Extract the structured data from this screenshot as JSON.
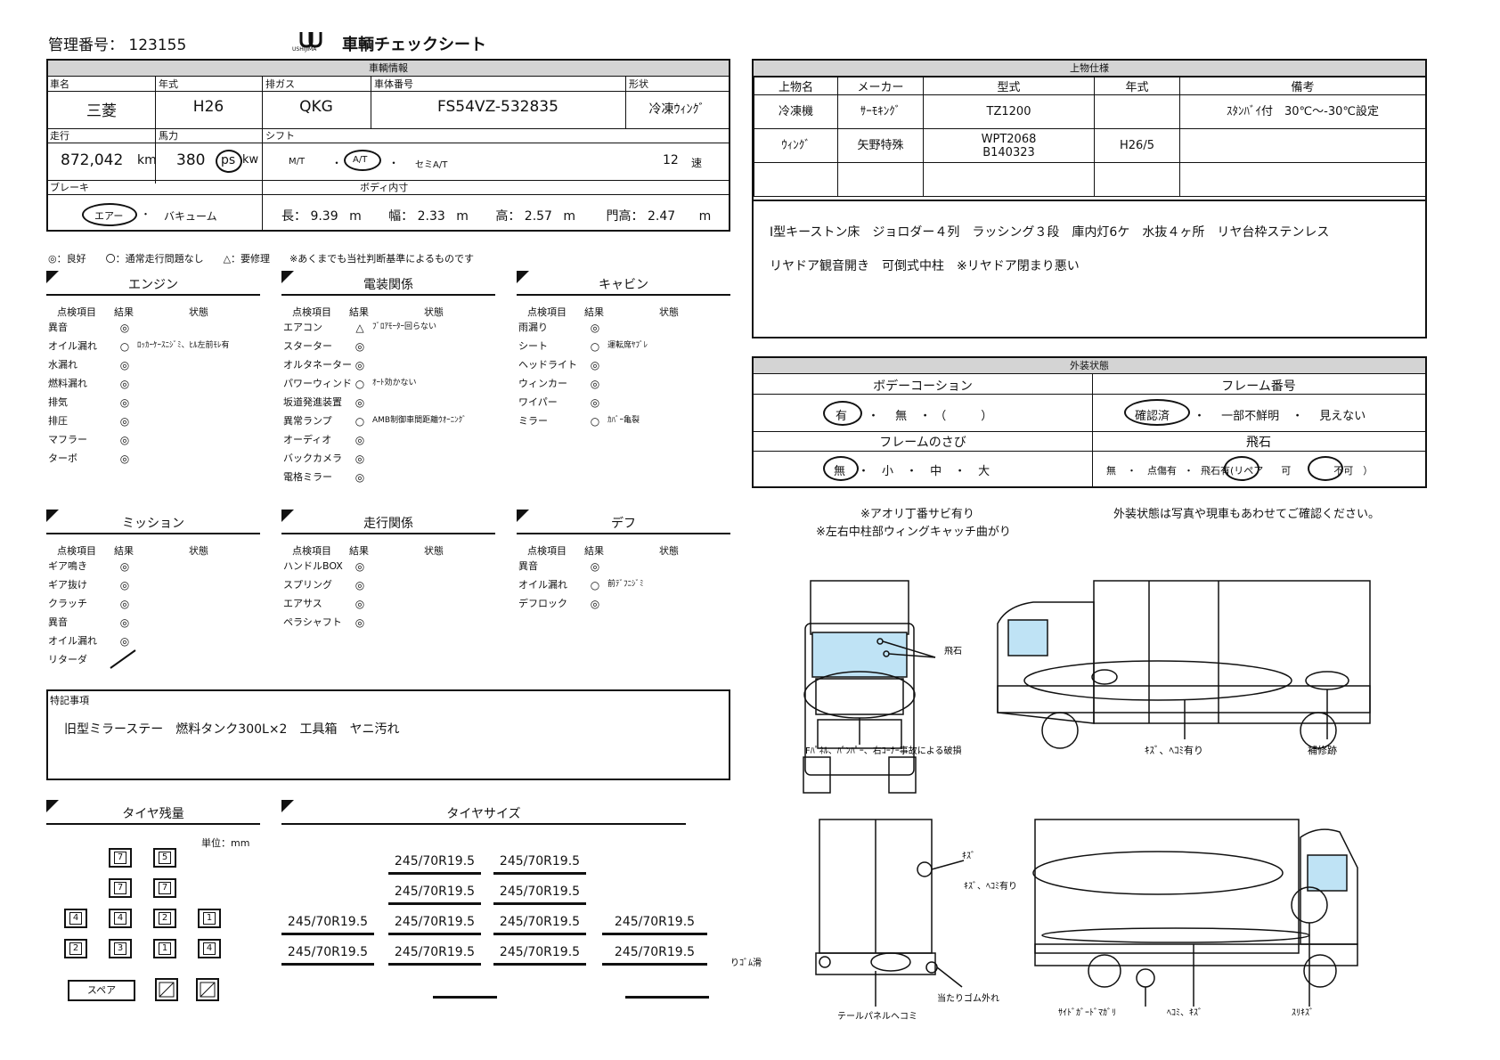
{
  "header": {
    "mgmt_label": "管理番号：",
    "mgmt_no": "123155",
    "logo_text": "USHIJIMA",
    "title": "車輌チェックシート"
  },
  "vehicle": {
    "section": "車輌情報",
    "labels": {
      "name": "車名",
      "year": "年式",
      "gas": "排ガス",
      "chassis": "車体番号",
      "shape": "形状",
      "mileage": "走行",
      "hp": "馬力",
      "shift": "シフト",
      "brake": "ブレーキ",
      "body": "ボディ内寸"
    },
    "name": "三菱",
    "year": "H26",
    "gas": "QKG",
    "chassis": "FS54VZ-532835",
    "shape": "冷凍ｳｨﾝｸﾞ",
    "mileage": "872,042",
    "mileage_unit": "km",
    "hp": "380",
    "ps": "ps",
    "kw": "kw",
    "shift_mt": "M/T",
    "shift_at": "A/T",
    "shift_semi": "セミA/T",
    "dot": "・",
    "speeds": "12",
    "speed_unit": "速",
    "brake_air": "エアー",
    "brake_vac": "バキューム",
    "len_l": "長：",
    "len": "9.39",
    "wid_l": "幅：",
    "wid": "2.33",
    "hgt_l": "高：",
    "hgt": "2.57",
    "door_l": "門高：",
    "door": "2.47",
    "m": "m"
  },
  "legend": "◎：良好　　〇：通常走行問題なし　　△：要修理　　※あくまでも当社判断基準によるものです",
  "col_heads": {
    "item": "点検項目",
    "result": "結果",
    "status": "状態"
  },
  "engine": {
    "title": "エンジン",
    "rows": [
      {
        "item": "異音",
        "r": "◎",
        "s": ""
      },
      {
        "item": "オイル漏れ",
        "r": "○",
        "s": "ﾛｯｶｰｹｰｽﾆｼﾞﾐ、ﾋﾙ左前ﾓﾚ有"
      },
      {
        "item": "水漏れ",
        "r": "◎",
        "s": ""
      },
      {
        "item": "燃料漏れ",
        "r": "◎",
        "s": ""
      },
      {
        "item": "排気",
        "r": "◎",
        "s": ""
      },
      {
        "item": "排圧",
        "r": "◎",
        "s": ""
      },
      {
        "item": "マフラー",
        "r": "◎",
        "s": ""
      },
      {
        "item": "ターボ",
        "r": "◎",
        "s": ""
      }
    ]
  },
  "electric": {
    "title": "電装関係",
    "rows": [
      {
        "item": "エアコン",
        "r": "△",
        "s": "ﾌﾞﾛｱﾓｰﾀｰ回らない"
      },
      {
        "item": "スターター",
        "r": "◎",
        "s": ""
      },
      {
        "item": "オルタネーター",
        "r": "◎",
        "s": ""
      },
      {
        "item": "パワーウィンド",
        "r": "○",
        "s": "ｵｰﾄ効かない"
      },
      {
        "item": "坂道発進装置",
        "r": "◎",
        "s": ""
      },
      {
        "item": "異常ランプ",
        "r": "○",
        "s": "AMB制御車間距離ｳｵｰﾆﾝｸﾞ"
      },
      {
        "item": "オーディオ",
        "r": "◎",
        "s": ""
      },
      {
        "item": "バックカメラ",
        "r": "◎",
        "s": ""
      },
      {
        "item": "電格ミラー",
        "r": "◎",
        "s": ""
      }
    ]
  },
  "cabin": {
    "title": "キャビン",
    "rows": [
      {
        "item": "雨漏り",
        "r": "◎",
        "s": ""
      },
      {
        "item": "シート",
        "r": "○",
        "s": "運転席ﾔﾌﾞﾚ"
      },
      {
        "item": "ヘッドライト",
        "r": "◎",
        "s": ""
      },
      {
        "item": "ウィンカー",
        "r": "◎",
        "s": ""
      },
      {
        "item": "ワイパー",
        "r": "◎",
        "s": ""
      },
      {
        "item": "ミラー",
        "r": "○",
        "s": "ｶﾊﾞｰ亀裂"
      }
    ]
  },
  "mission": {
    "title": "ミッション",
    "rows": [
      {
        "item": "ギア鳴き",
        "r": "◎",
        "s": ""
      },
      {
        "item": "ギア抜け",
        "r": "◎",
        "s": ""
      },
      {
        "item": "クラッチ",
        "r": "◎",
        "s": ""
      },
      {
        "item": "異音",
        "r": "◎",
        "s": ""
      },
      {
        "item": "オイル漏れ",
        "r": "◎",
        "s": ""
      },
      {
        "item": "リターダ",
        "r": "",
        "s": ""
      }
    ]
  },
  "running": {
    "title": "走行関係",
    "rows": [
      {
        "item": "ハンドルBOX",
        "r": "◎",
        "s": ""
      },
      {
        "item": "スプリング",
        "r": "◎",
        "s": ""
      },
      {
        "item": "エアサス",
        "r": "◎",
        "s": ""
      },
      {
        "item": "ペラシャフト",
        "r": "◎",
        "s": ""
      }
    ]
  },
  "diff": {
    "title": "デフ",
    "rows": [
      {
        "item": "異音",
        "r": "◎",
        "s": ""
      },
      {
        "item": "オイル漏れ",
        "r": "○",
        "s": "前ﾃﾞﾌﾆｼﾞﾐ"
      },
      {
        "item": "デフロック",
        "r": "◎",
        "s": ""
      }
    ]
  },
  "remarks": {
    "label": "特記事項",
    "text": "旧型ミラーステー　燃料タンク300L×2　工具箱　ヤニ汚れ"
  },
  "tire_remain": {
    "title": "タイヤ残量",
    "unit": "単位：mm",
    "spare": "スペア",
    "rows": [
      [
        "7",
        "5"
      ],
      [
        "7",
        "7"
      ],
      [
        "4",
        "4",
        "2",
        "1"
      ],
      [
        "2",
        "3",
        "1",
        "4"
      ]
    ]
  },
  "tire_size": {
    "title": "タイヤサイズ",
    "rows": [
      [
        "",
        "245/70R19.5",
        "245/70R19.5",
        ""
      ],
      [
        "",
        "245/70R19.5",
        "245/70R19.5",
        ""
      ],
      [
        "245/70R19.5",
        "245/70R19.5",
        "245/70R19.5",
        "245/70R19.5"
      ],
      [
        "245/70R19.5",
        "245/70R19.5",
        "245/70R19.5",
        "245/70R19.5"
      ]
    ]
  },
  "upper": {
    "section": "上物仕様",
    "heads": [
      "上物名",
      "メーカー",
      "型式",
      "年式",
      "備考"
    ],
    "rows": [
      [
        "冷凍機",
        "ｻｰﾓｷﾝｸﾞ",
        "TZ1200",
        "",
        "ｽﾀﾝﾊﾞｲ付　30℃～-30℃設定"
      ],
      [
        "ｳｨﾝｸﾞ",
        "矢野特殊",
        "WPT2068\nB140323",
        "H26/5",
        ""
      ],
      [
        "",
        "",
        "",
        "",
        ""
      ]
    ],
    "note1": "I型キーストン床　ジョロダー４列　ラッシング３段　庫内灯6ケ　水抜４ヶ所　リヤ台枠ステンレス",
    "note2": "リヤドア観音開き　可倒式中柱　※リヤドア閉まり悪い"
  },
  "exterior": {
    "section": "外装状態",
    "body_coat": "ボデーコーション",
    "frame_no": "フレーム番号",
    "coat_yes": "有",
    "coat_no": "無",
    "coat_paren": "（　　　）",
    "frame_ok": "確認済",
    "frame_partial": "一部不鮮明",
    "frame_invisible": "見えない",
    "rust": "フレームのさび",
    "rust_none": "無",
    "rust_small": "小",
    "rust_mid": "中",
    "rust_big": "大",
    "chip": "飛石",
    "chip_none": "無",
    "chip_mark": "点傷有",
    "chip_stone": "飛石有",
    "chip_repair": "(リペア",
    "chip_ok": "可",
    "chip_ng": "不可　）"
  },
  "notes": {
    "n1": "※アオリ丁番サビ有り",
    "n2": "※左右中柱部ウィングキャッチ曲がり",
    "n3": "外装状態は写真や現車もあわせてご確認ください。"
  },
  "diagram_labels": {
    "tobiishi": "飛石",
    "front_damage": "Fﾊﾟﾈﾙ、ﾊﾞﾝﾊﾟｰ、右ｺｰﾅｰ事故による破損",
    "kizu_hekomi": "ｷｽﾞ、ﾍｺﾐ有り",
    "hoshu": "補修跡",
    "kizu": "ｷｽﾞ",
    "kizu_hekomi2": "ｷｽﾞ、ﾍｺﾐ有り",
    "gomu_left": "当たりｺﾞﾑ滑",
    "gomu_right": "当たりゴム外れ",
    "tail": "テールパネルヘコミ",
    "sideguard": "ｻｲﾄﾞｶﾞｰﾄﾞﾏｶﾞﾘ",
    "hekomi_kizu": "ﾍｺﾐ、ｷｽﾞ",
    "surikizu": "ｽﾘｷｽﾞ"
  }
}
